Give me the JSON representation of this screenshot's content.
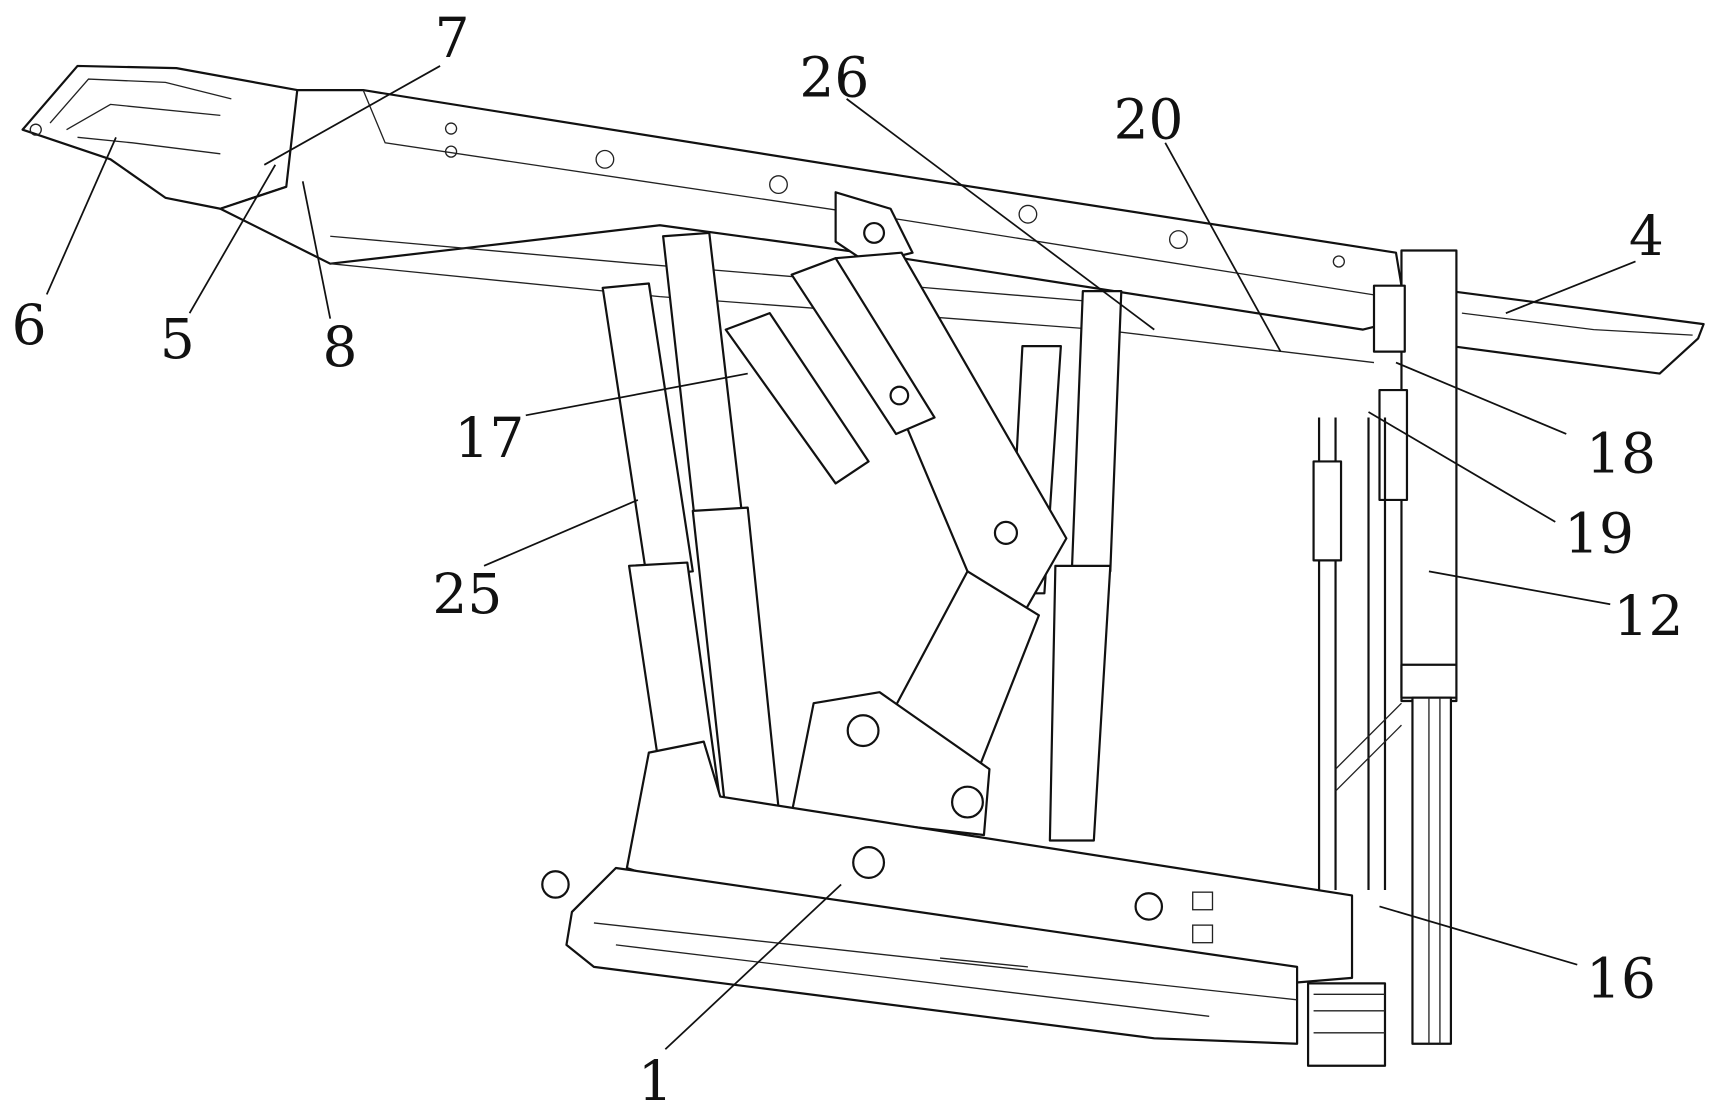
{
  "figure": {
    "type": "patent line drawing",
    "labels": [
      {
        "id": "7",
        "text": "7"
      },
      {
        "id": "26",
        "text": "26"
      },
      {
        "id": "20",
        "text": "20"
      },
      {
        "id": "4",
        "text": "4"
      },
      {
        "id": "6",
        "text": "6"
      },
      {
        "id": "5",
        "text": "5"
      },
      {
        "id": "8",
        "text": "8"
      },
      {
        "id": "17",
        "text": "17"
      },
      {
        "id": "18",
        "text": "18"
      },
      {
        "id": "19",
        "text": "19"
      },
      {
        "id": "25",
        "text": "25"
      },
      {
        "id": "12",
        "text": "12"
      },
      {
        "id": "16",
        "text": "16"
      },
      {
        "id": "1",
        "text": "1"
      }
    ],
    "line_color": "#111111",
    "background": "#ffffff"
  }
}
